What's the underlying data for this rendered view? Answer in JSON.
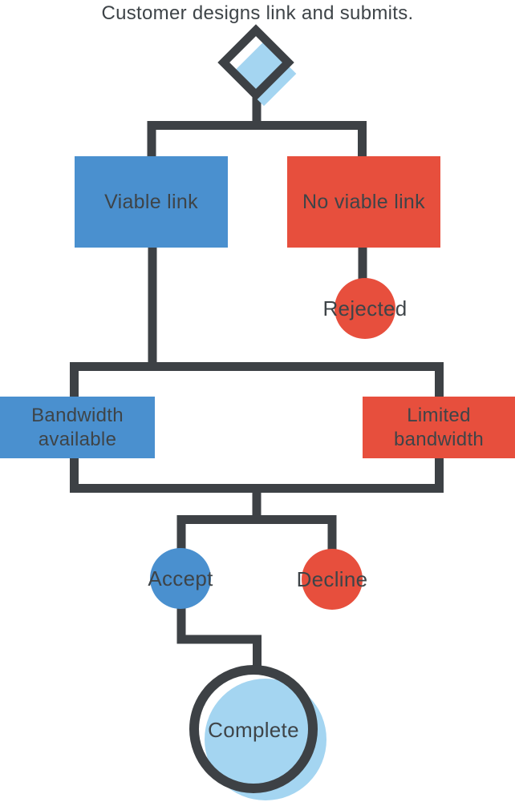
{
  "title": "Customer designs link and submits.",
  "colors": {
    "dark": "#3d4145",
    "blue": "#4a90cf",
    "red": "#e74f3d",
    "light_blue": "#a4d5f1",
    "text": "#3e4448",
    "background": "#ffffff"
  },
  "nodes": {
    "start": {
      "label": "",
      "shape": "diamond",
      "color": "light_blue"
    },
    "viable_link": {
      "label": "Viable link",
      "shape": "rectangle",
      "color": "blue"
    },
    "no_viable_link": {
      "label": "No viable link",
      "shape": "rectangle",
      "color": "red"
    },
    "rejected": {
      "label": "Rejected",
      "shape": "circle",
      "color": "red"
    },
    "bandwidth_available": {
      "label": "Bandwidth available",
      "shape": "rectangle",
      "color": "blue"
    },
    "limited_bandwidth": {
      "label": "Limited bandwidth",
      "shape": "rectangle",
      "color": "red"
    },
    "accept": {
      "label": "Accept",
      "shape": "circle",
      "color": "blue"
    },
    "decline": {
      "label": "Decline",
      "shape": "circle",
      "color": "red"
    },
    "complete": {
      "label": "Complete",
      "shape": "circle",
      "color": "light_blue"
    }
  },
  "edges": [
    {
      "from": "start",
      "to": "viable_link"
    },
    {
      "from": "start",
      "to": "no_viable_link"
    },
    {
      "from": "no_viable_link",
      "to": "rejected"
    },
    {
      "from": "viable_link",
      "to": "decision_rectangle"
    },
    {
      "from": "decision_rectangle",
      "to": "accept"
    },
    {
      "from": "decision_rectangle",
      "to": "decline"
    },
    {
      "from": "accept",
      "to": "complete"
    }
  ]
}
